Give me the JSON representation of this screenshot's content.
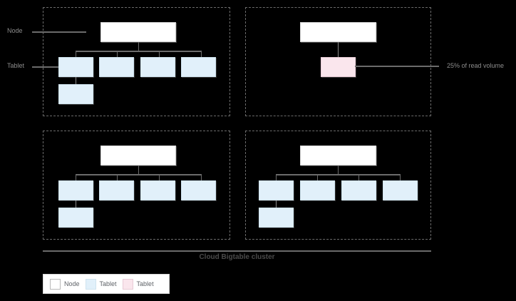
{
  "diagram": {
    "caption": "Cloud Bigtable cluster",
    "side_labels": {
      "node": "Node",
      "tablet": "Tablet"
    },
    "annotations": [
      {
        "id": "hot-tablet",
        "text": "25% of read volume"
      }
    ],
    "colors": {
      "background": "#000000",
      "node_fill": "#ffffff",
      "node_border": "#d4d4d4",
      "tablet_fill": "#e1f0fa",
      "tablet_border": "#cfe3ef",
      "tablet_hot_fill": "#fae6ed",
      "tablet_hot_border": "#e8cbd6",
      "connector": "#6b6b6b",
      "dashed_border": "#6b6b6b",
      "label_text": "#8d8d8d",
      "caption_text": "#4a4a4a",
      "legend_text": "#5f6368"
    },
    "nodes": [
      {
        "id": "node-1",
        "position": "top-left",
        "tablet_count": 5,
        "hot_tablets": 0
      },
      {
        "id": "node-2",
        "position": "top-right",
        "tablet_count": 1,
        "hot_tablets": 1
      },
      {
        "id": "node-3",
        "position": "bottom-left",
        "tablet_count": 5,
        "hot_tablets": 0
      },
      {
        "id": "node-4",
        "position": "bottom-right",
        "tablet_count": 5,
        "hot_tablets": 0
      }
    ]
  },
  "legend": {
    "items": [
      {
        "label": "Node",
        "swatch": "node-swatch"
      },
      {
        "label": "Tablet",
        "swatch": "tablet-swatch"
      },
      {
        "label": "Tablet",
        "swatch": "tablet-hot-swatch"
      }
    ]
  }
}
